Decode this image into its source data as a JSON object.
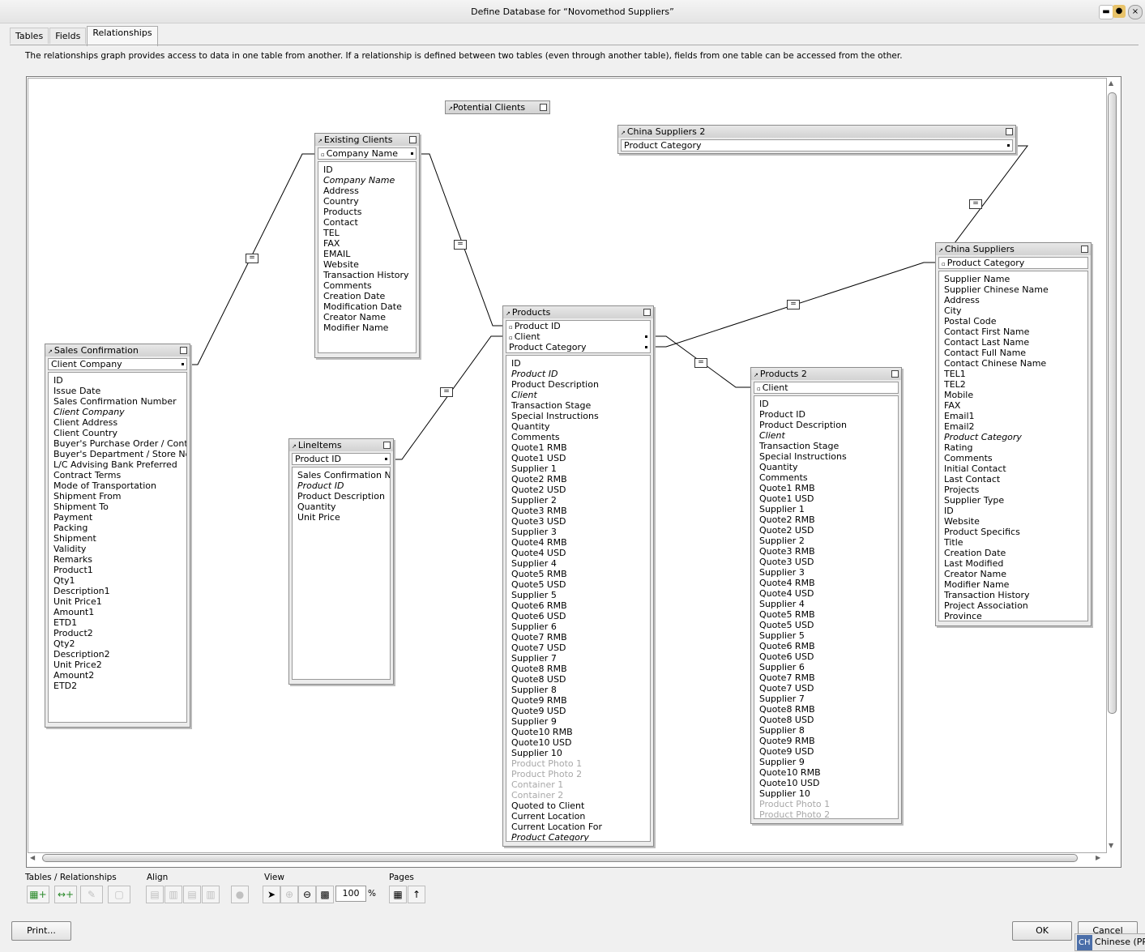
{
  "window": {
    "title": "Define Database for “Novomethod Suppliers”"
  },
  "tabs": [
    {
      "label": "Tables"
    },
    {
      "label": "Fields"
    },
    {
      "label": "Relationships"
    }
  ],
  "description": "The relationships graph provides access to data in one table from another. If a relationship is defined between two tables (even through another table), fields from one table can be accessed from the other.",
  "tables": {
    "potential_clients": {
      "name": "Potential Clients"
    },
    "china_suppliers_2": {
      "name": "China Suppliers 2",
      "key": "Product Category"
    },
    "existing_clients": {
      "name": "Existing Clients",
      "key": "Company Name",
      "fields": [
        {
          "t": "ID"
        },
        {
          "t": "Company Name",
          "i": true
        },
        {
          "t": "Address"
        },
        {
          "t": "Country"
        },
        {
          "t": "Products"
        },
        {
          "t": "Contact"
        },
        {
          "t": "TEL"
        },
        {
          "t": "FAX"
        },
        {
          "t": "EMAIL"
        },
        {
          "t": "Website"
        },
        {
          "t": "Transaction History"
        },
        {
          "t": "Comments"
        },
        {
          "t": "Creation Date"
        },
        {
          "t": "Modification Date"
        },
        {
          "t": "Creator Name"
        },
        {
          "t": "Modifier Name"
        }
      ]
    },
    "sales_confirmation": {
      "name": "Sales Confirmation",
      "key": "Client Company",
      "fields": [
        {
          "t": "ID"
        },
        {
          "t": "Issue Date"
        },
        {
          "t": "Sales Confirmation Number"
        },
        {
          "t": "Client Company",
          "i": true
        },
        {
          "t": "Client Address"
        },
        {
          "t": "Client Country"
        },
        {
          "t": "Buyer's Purchase Order / Contr..."
        },
        {
          "t": "Buyer's Department / Store No."
        },
        {
          "t": "L/C Advising Bank Preferred"
        },
        {
          "t": "Contract Terms"
        },
        {
          "t": "Mode of Transportation"
        },
        {
          "t": "Shipment From"
        },
        {
          "t": "Shipment To"
        },
        {
          "t": "Payment"
        },
        {
          "t": "Packing"
        },
        {
          "t": "Shipment"
        },
        {
          "t": "Validity"
        },
        {
          "t": "Remarks"
        },
        {
          "t": "Product1"
        },
        {
          "t": "Qty1"
        },
        {
          "t": "Description1"
        },
        {
          "t": "Unit Price1"
        },
        {
          "t": "Amount1"
        },
        {
          "t": "ETD1"
        },
        {
          "t": "Product2"
        },
        {
          "t": "Qty2"
        },
        {
          "t": "Description2"
        },
        {
          "t": "Unit Price2"
        },
        {
          "t": "Amount2"
        },
        {
          "t": "ETD2"
        }
      ]
    },
    "line_items": {
      "name": "LineItems",
      "key": "Product ID",
      "fields": [
        {
          "t": "Sales Confirmation N..."
        },
        {
          "t": "Product ID",
          "i": true
        },
        {
          "t": "Product Description"
        },
        {
          "t": "Quantity"
        },
        {
          "t": "Unit Price"
        }
      ]
    },
    "products": {
      "name": "Products",
      "keys": [
        "Product ID",
        "Client",
        "Product Category"
      ],
      "fields": [
        {
          "t": "ID"
        },
        {
          "t": "Product ID",
          "i": true
        },
        {
          "t": "Product Description"
        },
        {
          "t": "Client",
          "i": true
        },
        {
          "t": "Transaction Stage"
        },
        {
          "t": "Special Instructions"
        },
        {
          "t": "Quantity"
        },
        {
          "t": "Comments"
        },
        {
          "t": "Quote1 RMB"
        },
        {
          "t": "Quote1 USD"
        },
        {
          "t": "Supplier 1"
        },
        {
          "t": "Quote2 RMB"
        },
        {
          "t": "Quote2 USD"
        },
        {
          "t": "Supplier 2"
        },
        {
          "t": "Quote3 RMB"
        },
        {
          "t": "Quote3 USD"
        },
        {
          "t": "Supplier 3"
        },
        {
          "t": "Quote4 RMB"
        },
        {
          "t": "Quote4 USD"
        },
        {
          "t": "Supplier 4"
        },
        {
          "t": "Quote5 RMB"
        },
        {
          "t": "Quote5 USD"
        },
        {
          "t": "Supplier 5"
        },
        {
          "t": "Quote6 RMB"
        },
        {
          "t": "Quote6 USD"
        },
        {
          "t": "Supplier 6"
        },
        {
          "t": "Quote7 RMB"
        },
        {
          "t": "Quote7 USD"
        },
        {
          "t": "Supplier 7"
        },
        {
          "t": "Quote8 RMB"
        },
        {
          "t": "Quote8 USD"
        },
        {
          "t": "Supplier 8"
        },
        {
          "t": "Quote9 RMB"
        },
        {
          "t": "Quote9 USD"
        },
        {
          "t": "Supplier 9"
        },
        {
          "t": "Quote10 RMB"
        },
        {
          "t": "Quote10 USD"
        },
        {
          "t": "Supplier 10"
        },
        {
          "t": "Product Photo 1",
          "g": true
        },
        {
          "t": "Product Photo 2",
          "g": true
        },
        {
          "t": "Container 1",
          "g": true
        },
        {
          "t": "Container 2",
          "g": true
        },
        {
          "t": "Quoted to Client"
        },
        {
          "t": "Current Location"
        },
        {
          "t": "Current Location For"
        },
        {
          "t": "Product Category",
          "i": true
        }
      ]
    },
    "products_2": {
      "name": "Products 2",
      "key": "Client",
      "fields": [
        {
          "t": "ID"
        },
        {
          "t": "Product ID"
        },
        {
          "t": "Product Description"
        },
        {
          "t": "Client",
          "i": true
        },
        {
          "t": "Transaction Stage"
        },
        {
          "t": "Special Instructions"
        },
        {
          "t": "Quantity"
        },
        {
          "t": "Comments"
        },
        {
          "t": "Quote1 RMB"
        },
        {
          "t": "Quote1 USD"
        },
        {
          "t": "Supplier 1"
        },
        {
          "t": "Quote2 RMB"
        },
        {
          "t": "Quote2 USD"
        },
        {
          "t": "Supplier 2"
        },
        {
          "t": "Quote3 RMB"
        },
        {
          "t": "Quote3 USD"
        },
        {
          "t": "Supplier 3"
        },
        {
          "t": "Quote4 RMB"
        },
        {
          "t": "Quote4 USD"
        },
        {
          "t": "Supplier 4"
        },
        {
          "t": "Quote5 RMB"
        },
        {
          "t": "Quote5 USD"
        },
        {
          "t": "Supplier 5"
        },
        {
          "t": "Quote6 RMB"
        },
        {
          "t": "Quote6 USD"
        },
        {
          "t": "Supplier 6"
        },
        {
          "t": "Quote7 RMB"
        },
        {
          "t": "Quote7 USD"
        },
        {
          "t": "Supplier 7"
        },
        {
          "t": "Quote8 RMB"
        },
        {
          "t": "Quote8 USD"
        },
        {
          "t": "Supplier 8"
        },
        {
          "t": "Quote9 RMB"
        },
        {
          "t": "Quote9 USD"
        },
        {
          "t": "Supplier 9"
        },
        {
          "t": "Quote10 RMB"
        },
        {
          "t": "Quote10 USD"
        },
        {
          "t": "Supplier 10"
        },
        {
          "t": "Product Photo 1",
          "g": true
        },
        {
          "t": "Product Photo 2",
          "g": true
        }
      ]
    },
    "china_suppliers": {
      "name": "China Suppliers",
      "key": "Product Category",
      "fields": [
        {
          "t": "Supplier Name"
        },
        {
          "t": "Supplier Chinese Name"
        },
        {
          "t": "Address"
        },
        {
          "t": "City"
        },
        {
          "t": "Postal Code"
        },
        {
          "t": "Contact First Name"
        },
        {
          "t": "Contact Last Name"
        },
        {
          "t": "Contact Full Name"
        },
        {
          "t": "Contact Chinese Name"
        },
        {
          "t": "TEL1"
        },
        {
          "t": "TEL2"
        },
        {
          "t": "Mobile"
        },
        {
          "t": "FAX"
        },
        {
          "t": "Email1"
        },
        {
          "t": "Email2"
        },
        {
          "t": "Product Category",
          "i": true
        },
        {
          "t": "Rating"
        },
        {
          "t": "Comments"
        },
        {
          "t": "Initial Contact"
        },
        {
          "t": "Last Contact"
        },
        {
          "t": "Projects"
        },
        {
          "t": "Supplier Type"
        },
        {
          "t": "ID"
        },
        {
          "t": "Website"
        },
        {
          "t": "Product Specifics"
        },
        {
          "t": "Title"
        },
        {
          "t": "Creation Date"
        },
        {
          "t": "Last Modified"
        },
        {
          "t": "Creator Name"
        },
        {
          "t": "Modifier Name"
        },
        {
          "t": "Transaction History"
        },
        {
          "t": "Project Association"
        },
        {
          "t": "Province"
        }
      ]
    }
  },
  "toolbar": {
    "group_tables": "Tables / Relationships",
    "group_align": "Align",
    "group_view": "View",
    "group_pages": "Pages",
    "zoom": "100",
    "zoom_unit": "%",
    "icons": [
      "add-table-icon",
      "add-relationship-icon",
      "edit-icon",
      "delete-icon",
      "align-left-icon",
      "align-center-icon",
      "align-top-icon",
      "align-bottom-icon",
      "color-icon",
      "pointer-icon",
      "zoom-in-icon",
      "zoom-out-icon",
      "fit-icon",
      "page-breaks-icon",
      "page-setup-icon"
    ]
  },
  "buttons": {
    "print": "Print...",
    "ok": "OK",
    "cancel": "Cancel"
  },
  "language_bar": {
    "code": "CH",
    "label": "Chinese (PRC)"
  }
}
